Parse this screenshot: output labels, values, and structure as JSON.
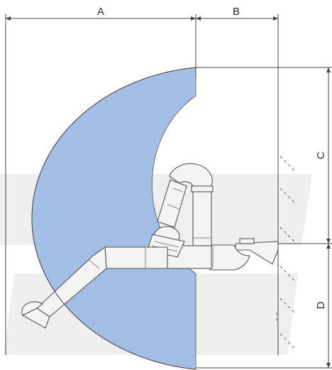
{
  "dimensions": {
    "a_label": "A",
    "b_label": "B",
    "c_label": "C",
    "d_label": "D"
  },
  "colors": {
    "reach_area": "#a3bfe5",
    "watermark": "#efefef",
    "line": "#444444",
    "arm_fill": "#f4f4f4"
  },
  "parts": {
    "reach_area": "working-range",
    "arm": "extraction-arm",
    "mount": "wall-bracket",
    "hood": "suction-hood"
  }
}
